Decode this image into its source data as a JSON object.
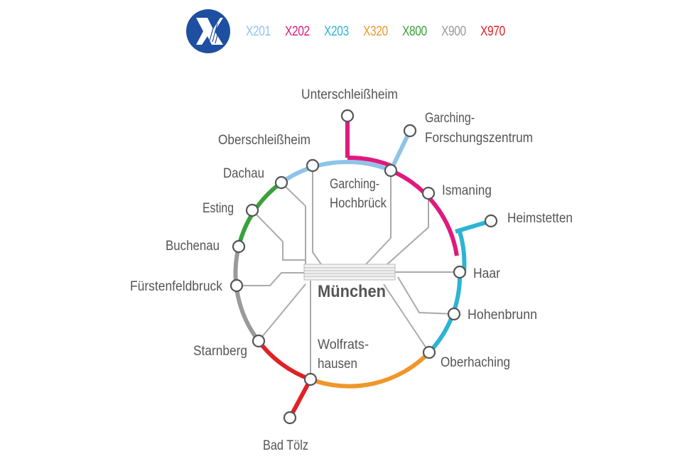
{
  "legend": {
    "logo": "x-bus-logo",
    "lines": [
      {
        "code": "X201",
        "color": "#8ec4e8"
      },
      {
        "code": "X202",
        "color": "#e0197d"
      },
      {
        "code": "X203",
        "color": "#2bb5d3"
      },
      {
        "code": "X320",
        "color": "#f0962a"
      },
      {
        "code": "X800",
        "color": "#3aa13a"
      },
      {
        "code": "X900",
        "color": "#9a9a9a"
      },
      {
        "code": "X970",
        "color": "#e02126"
      }
    ]
  },
  "map": {
    "center_label": "München",
    "stations": [
      {
        "name": "Unterschleißheim"
      },
      {
        "name_line1": "Garching-",
        "name_line2": "Forschungszentrum"
      },
      {
        "name_line1": "Garching-",
        "name_line2": "Hochbrück"
      },
      {
        "name": "Ismaning"
      },
      {
        "name": "Heimstetten"
      },
      {
        "name": "Haar"
      },
      {
        "name": "Hohenbrunn"
      },
      {
        "name": "Oberhaching"
      },
      {
        "name_line1": "Wolfrats-",
        "name_line2": "hausen"
      },
      {
        "name": "Bad Tölz"
      },
      {
        "name": "Starnberg"
      },
      {
        "name": "Fürstenfeldbruck"
      },
      {
        "name": "Buchenau"
      },
      {
        "name": "Esting"
      },
      {
        "name": "Dachau"
      },
      {
        "name": "Oberschleißheim"
      }
    ]
  }
}
